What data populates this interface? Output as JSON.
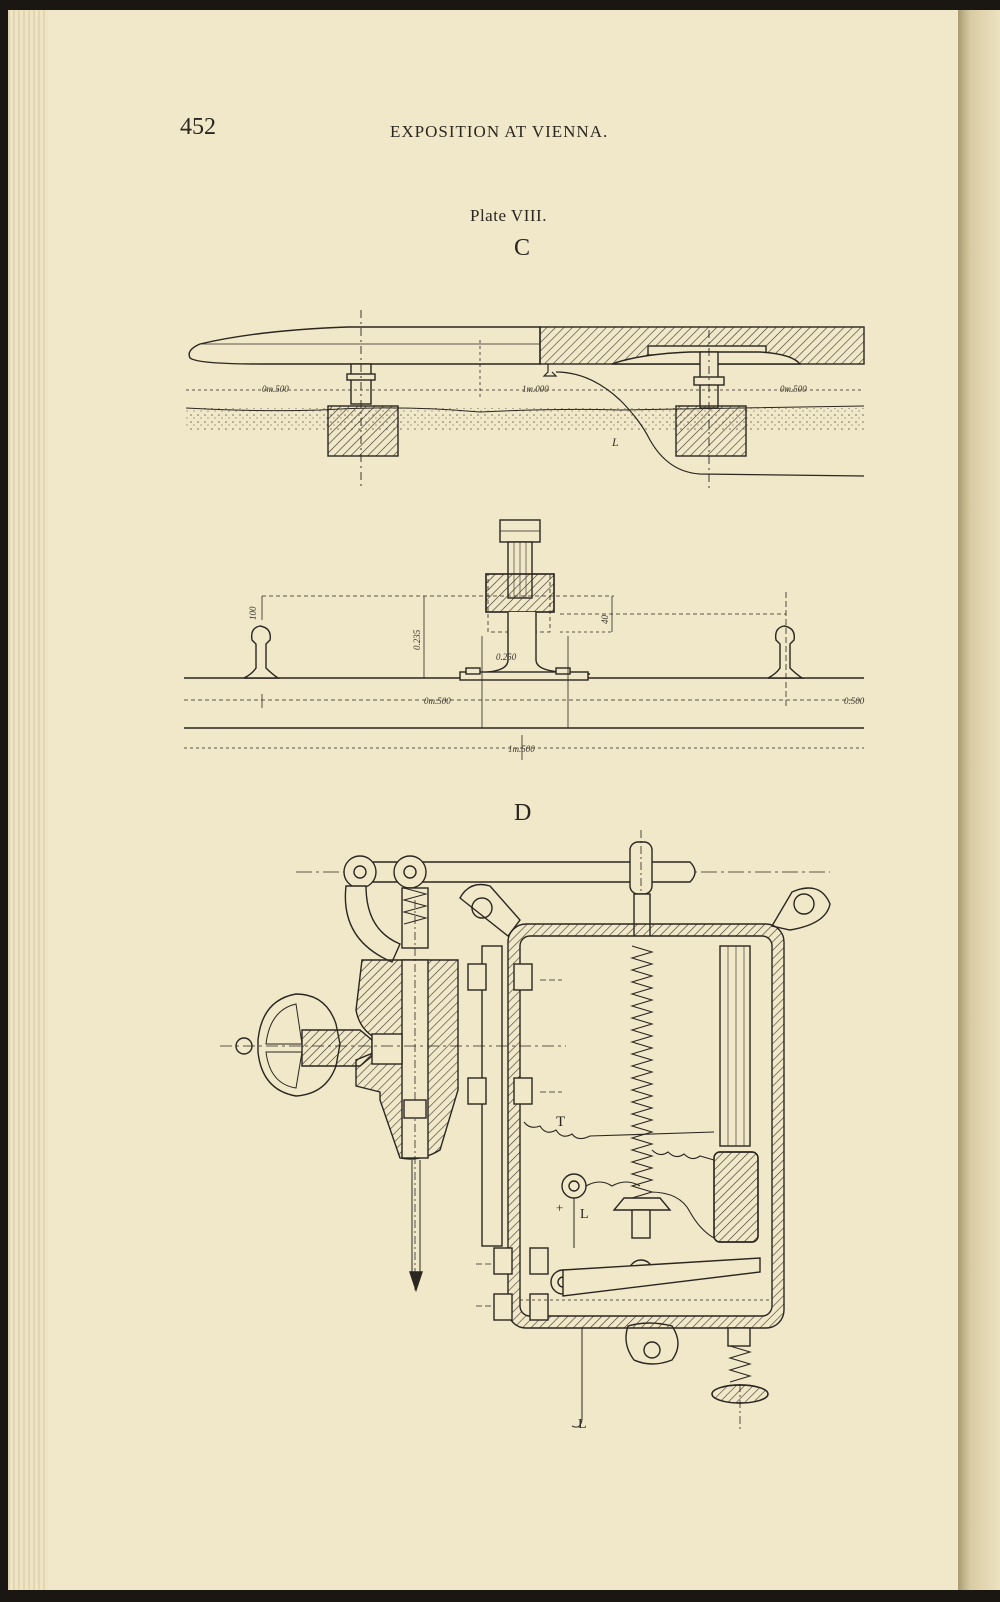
{
  "header": {
    "page_number": "452",
    "running_head": "EXPOSITION AT VIENNA."
  },
  "plate": {
    "title": "Plate VIII."
  },
  "figures": {
    "c": {
      "label": "C",
      "dimensions": {
        "left_span": "0m.500",
        "center_span": "1m.000",
        "right_span": "0m.500",
        "rail_height": "100",
        "total_height": "0.235",
        "block_height": "40",
        "bolt_offset": "0.250",
        "base_left": "0m.500",
        "base_right": "0.500",
        "bottom_span": "1m.500"
      },
      "callout": "L"
    },
    "d": {
      "label": "D",
      "callouts": {
        "t": "T",
        "l1": "L",
        "l2": "L",
        "plus": "+"
      }
    }
  }
}
